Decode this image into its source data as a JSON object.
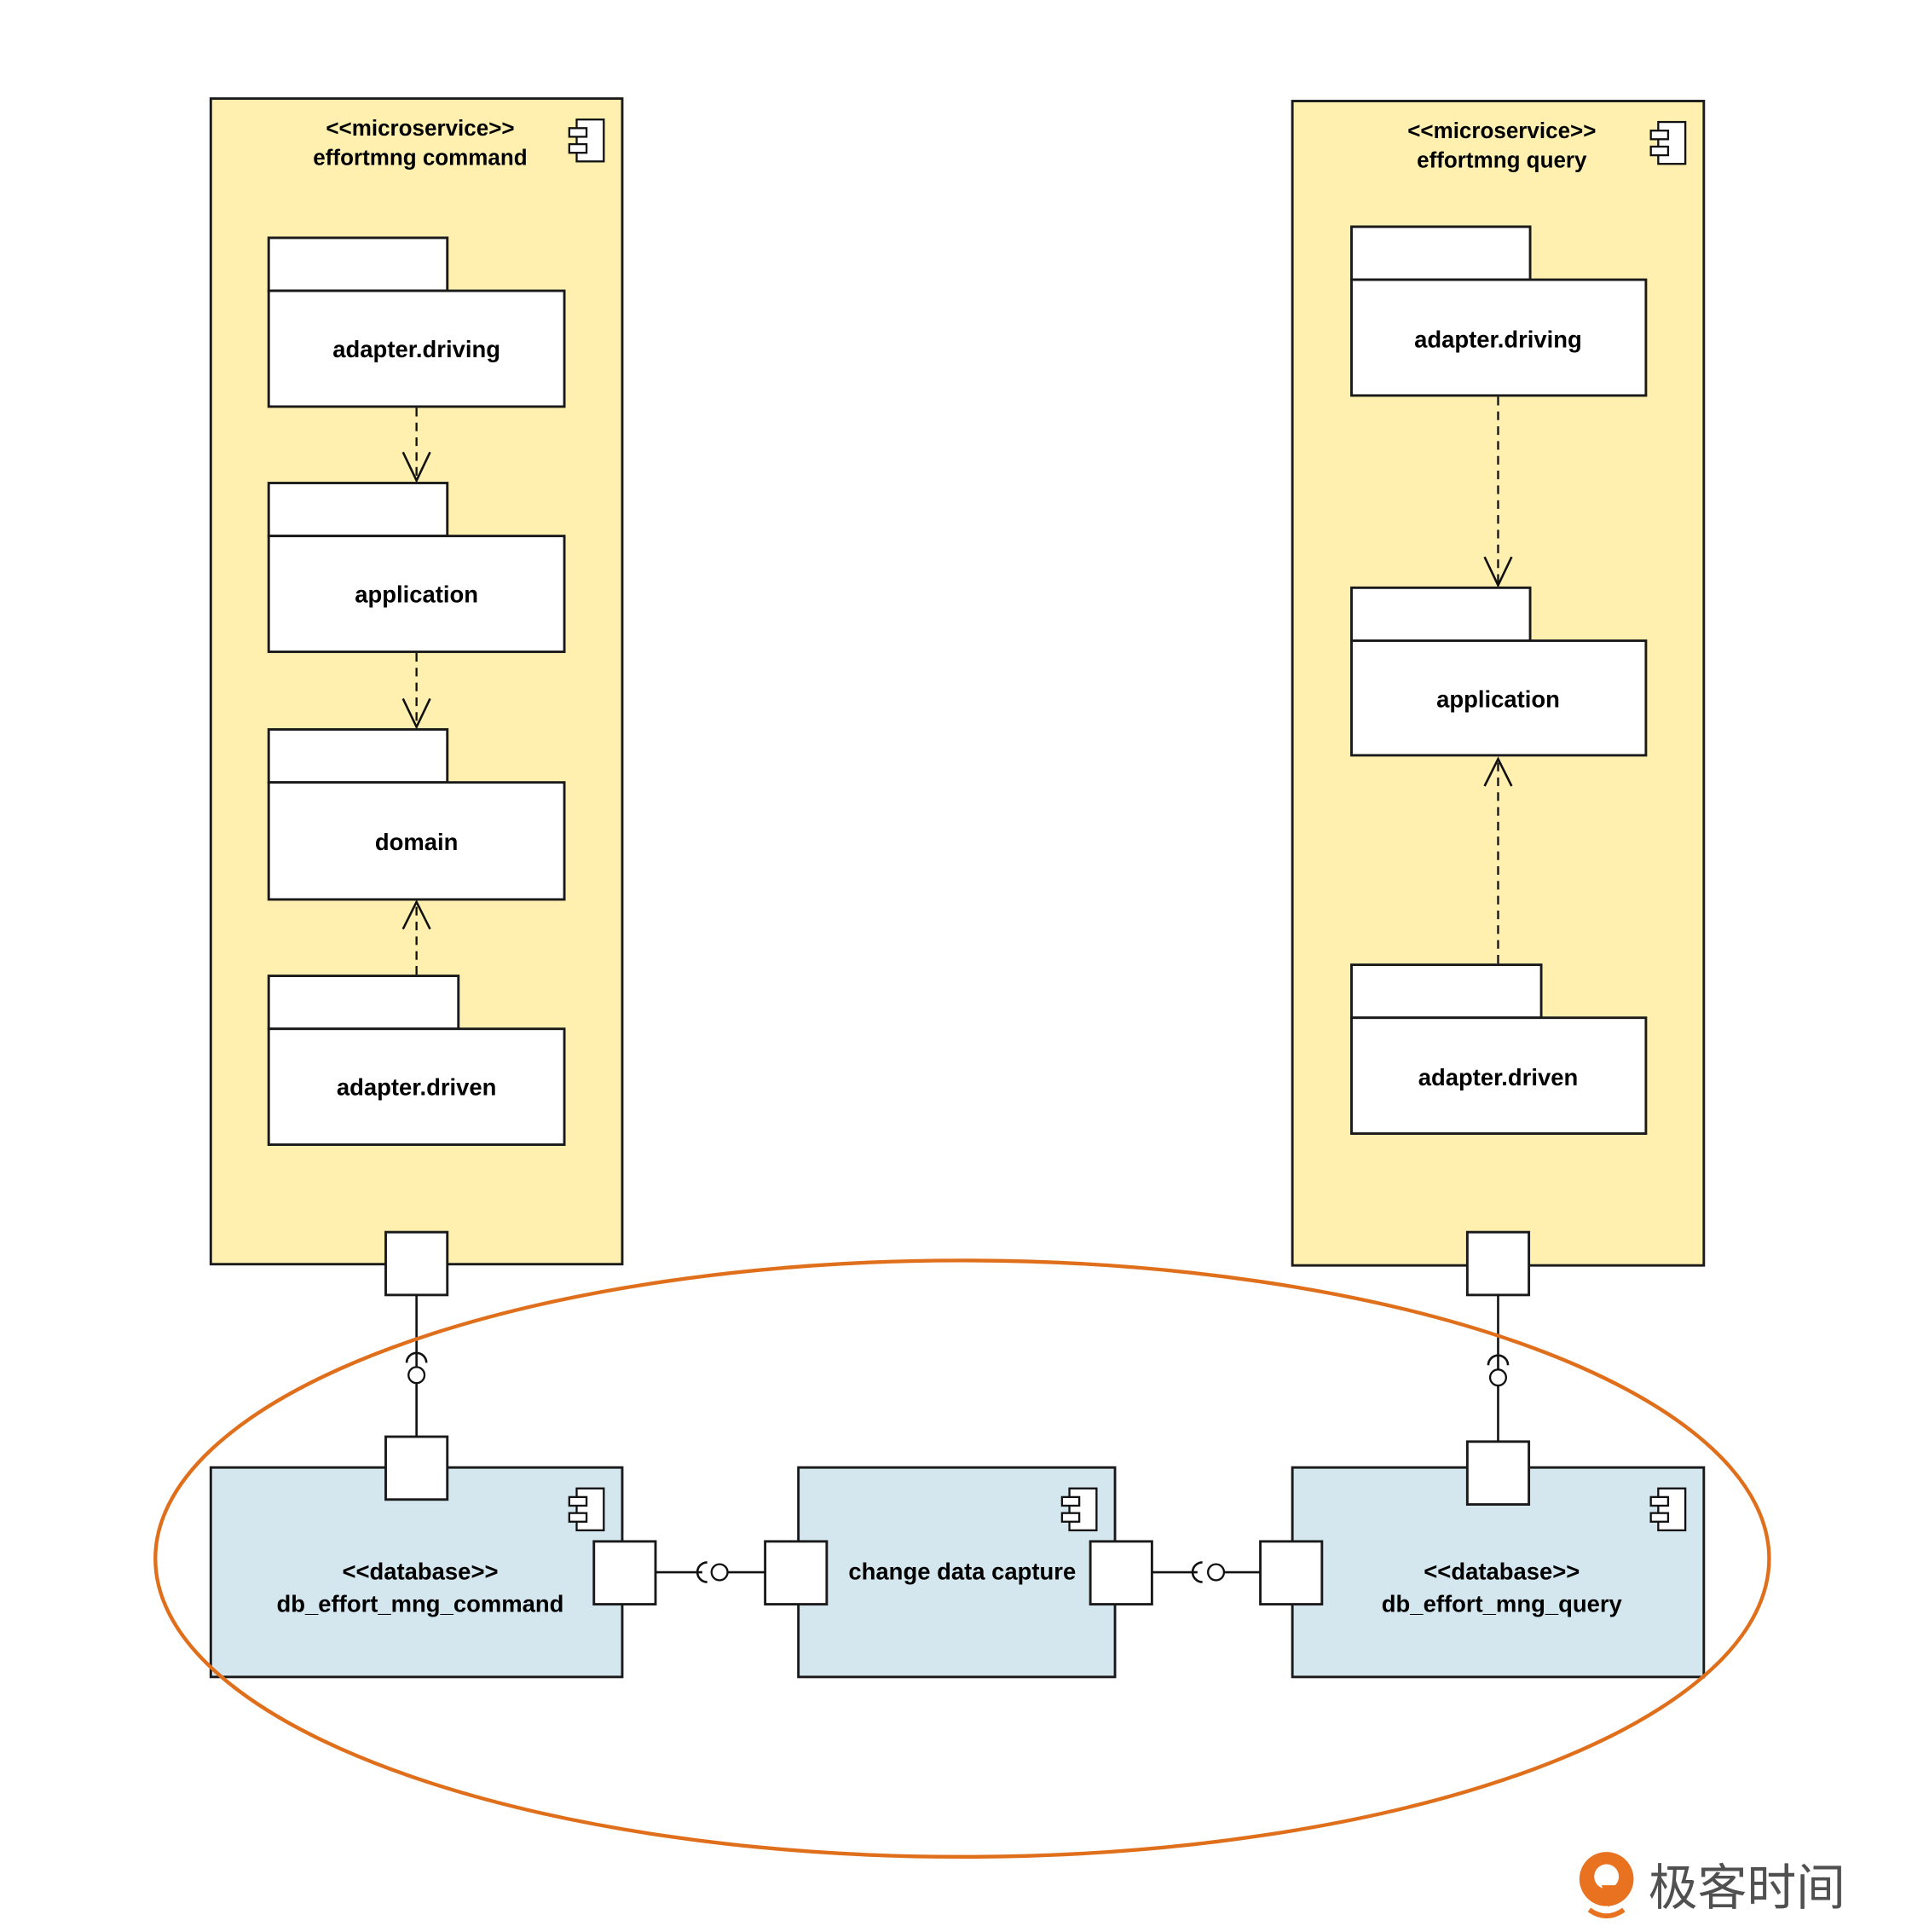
{
  "microservices": [
    {
      "stereotype": "<<microservice>>",
      "name": "effortmng command",
      "packages": [
        "adapter.driving",
        "application",
        "domain",
        "adapter.driven"
      ]
    },
    {
      "stereotype": "<<microservice>>",
      "name": "effortmng query",
      "packages": [
        "adapter.driving",
        "application",
        "adapter.driven"
      ]
    }
  ],
  "components": [
    {
      "stereotype": "<<database>>",
      "name": "db_effort_mng_command"
    },
    {
      "stereotype": "",
      "name": "change data capture"
    },
    {
      "stereotype": "<<database>>",
      "name": "db_effort_mng_query"
    }
  ],
  "highlight": {
    "shape": "ellipse",
    "color": "#e06f1c"
  },
  "colors": {
    "microservice_fill": "#fff0b0",
    "database_fill": "#d4e6ee"
  },
  "logo": {
    "text": "极客时间",
    "color": "#e8721f"
  }
}
